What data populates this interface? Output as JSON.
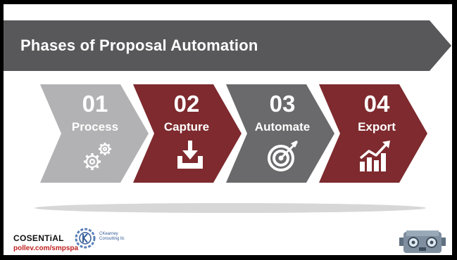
{
  "slide": {
    "title": "Phases of Proposal Automation",
    "phases": [
      {
        "number": "01",
        "label": "Process",
        "icon": "gears-icon",
        "color": "#b2b2b4"
      },
      {
        "number": "02",
        "label": "Capture",
        "icon": "download-tray-icon",
        "color": "#7e2a2e"
      },
      {
        "number": "03",
        "label": "Automate",
        "icon": "target-arrow-icon",
        "color": "#6a6a6c"
      },
      {
        "number": "04",
        "label": "Export",
        "icon": "growth-chart-icon",
        "color": "#7e2a2e"
      }
    ]
  },
  "footer": {
    "brand_name": "COSENTiAL",
    "poll_url": "pollev.com/smpspa",
    "partner_logo_text": "CKearney Consulting llc"
  },
  "colors": {
    "banner": "#58585a",
    "accent_red": "#c0201f"
  }
}
